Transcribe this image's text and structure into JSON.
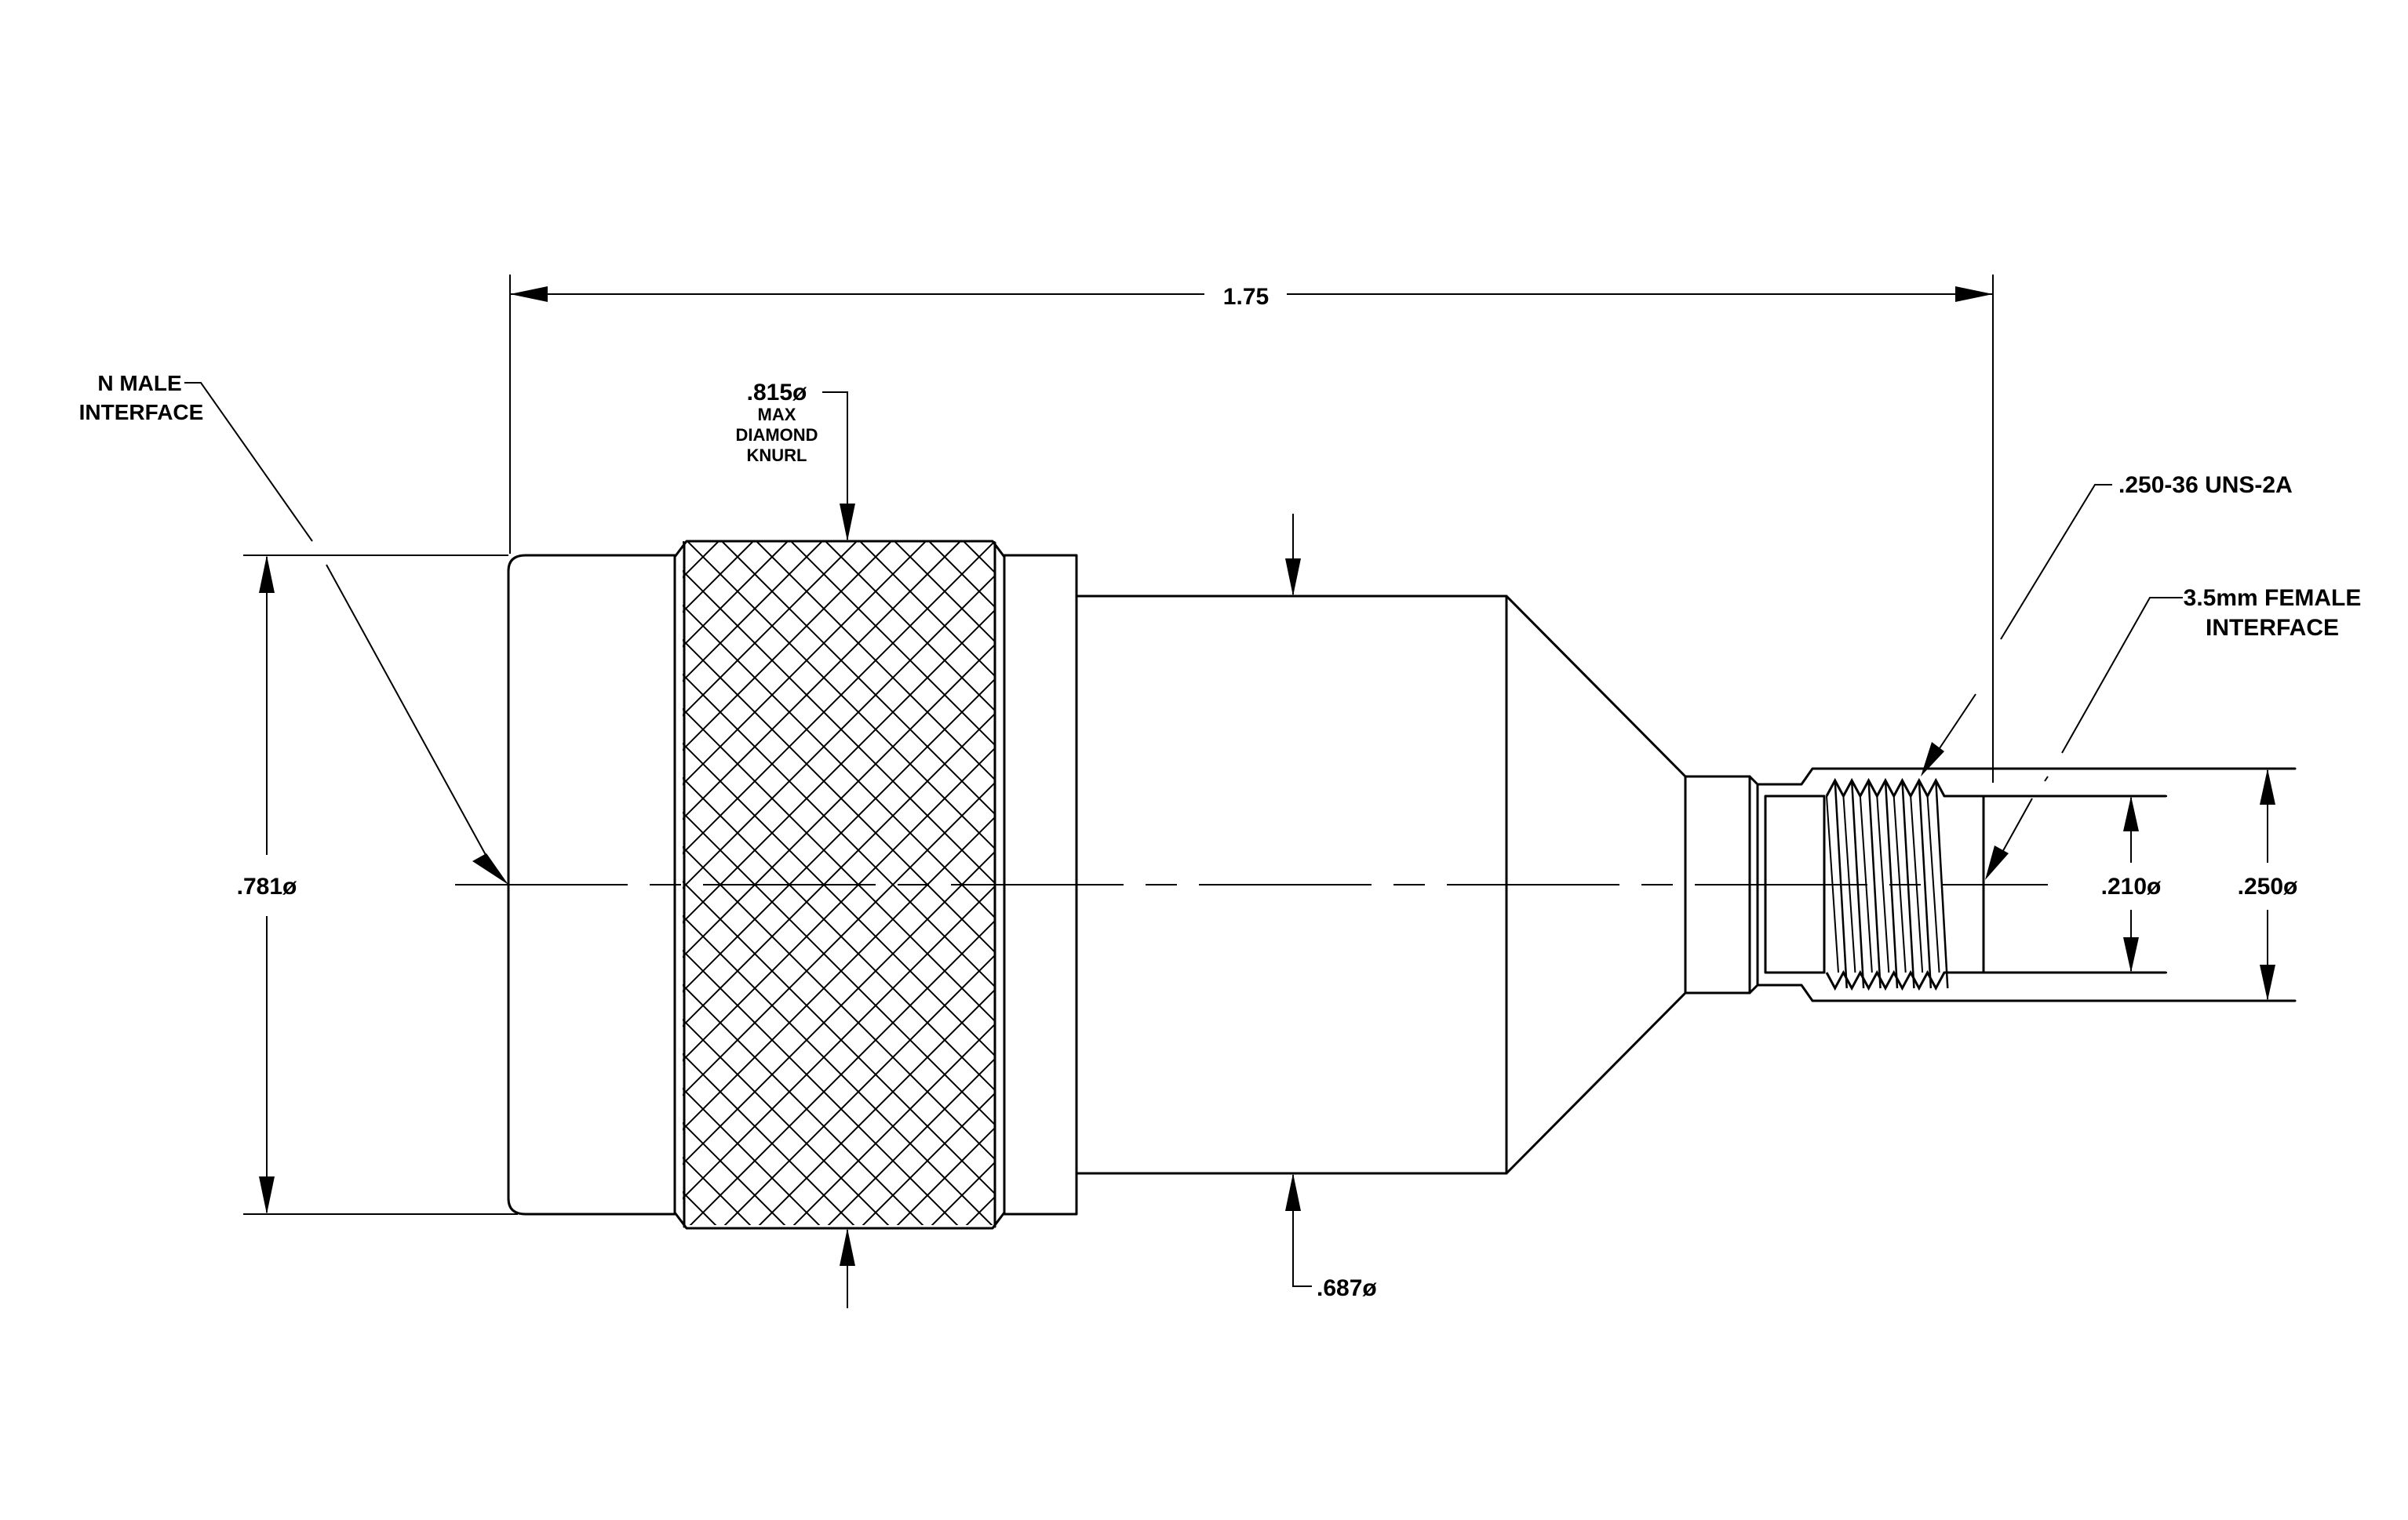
{
  "drawing": {
    "overall_length": "1.75",
    "n_male_label_line1": "N MALE",
    "n_male_label_line2": "INTERFACE",
    "knurl_dia": ".815ø",
    "knurl_note1": "MAX",
    "knurl_note2": "DIAMOND",
    "knurl_note3": "KNURL",
    "body_dia_left": ".781ø",
    "body_dia_mid": ".687ø",
    "thread_spec": ".250-36 UNS-2A",
    "female_label_line1": "3.5mm FEMALE",
    "female_label_line2": "INTERFACE",
    "inner_dia": ".210ø",
    "outer_dia": ".250ø"
  },
  "colors": {
    "line": "#000000",
    "background": "#ffffff"
  }
}
